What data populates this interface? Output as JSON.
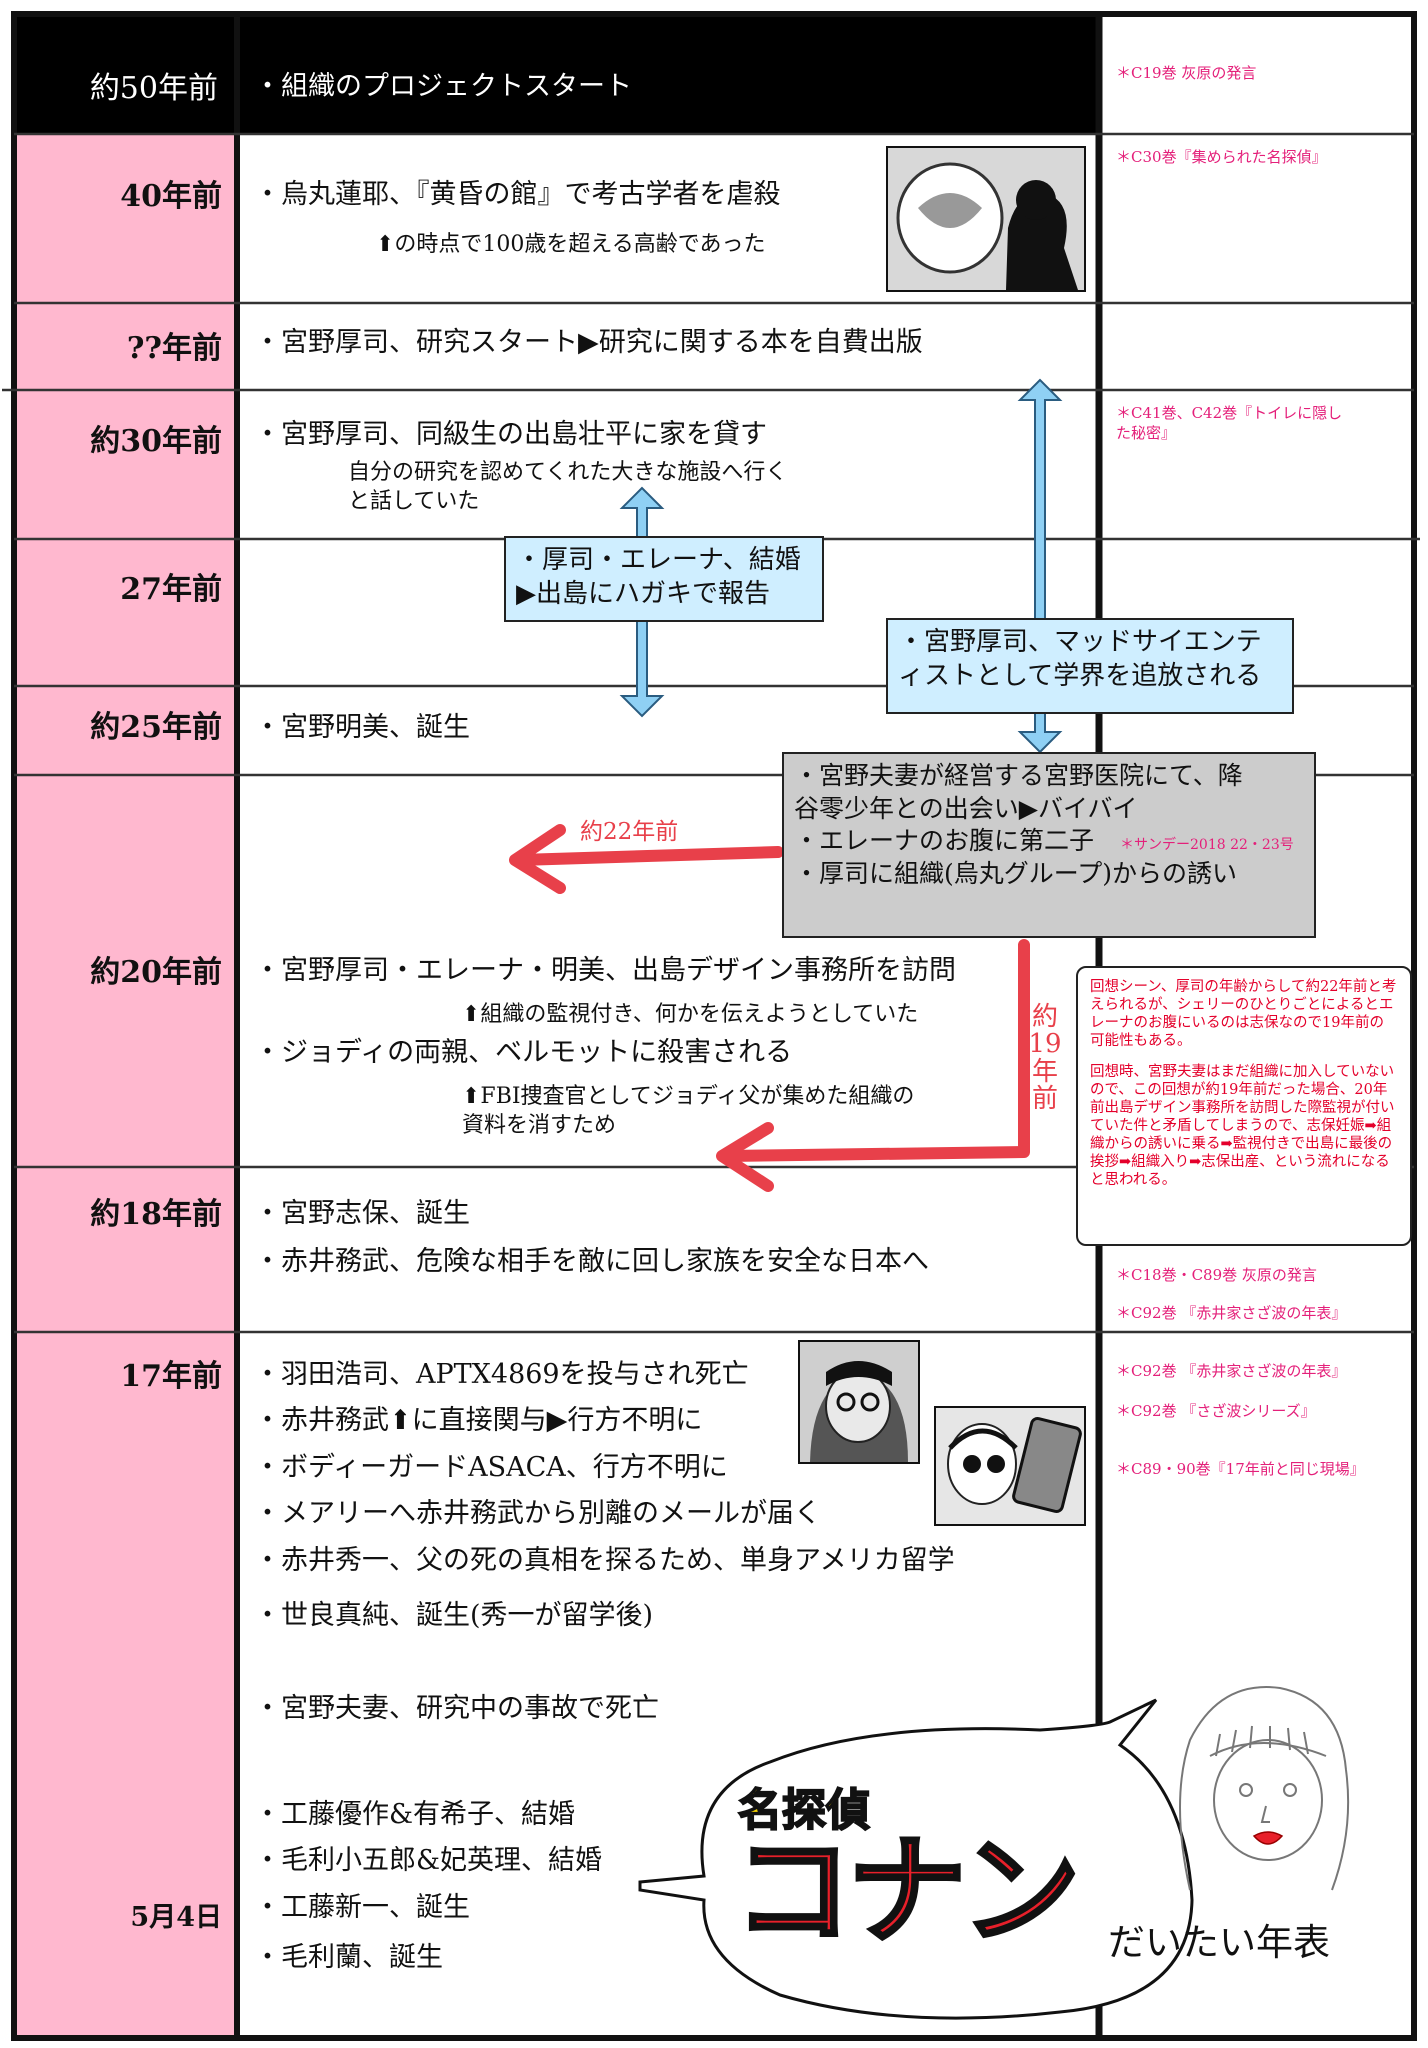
{
  "colors": {
    "pink": "#ffb8cf",
    "black": "#000000",
    "arrow_blue": "#8fd0f4",
    "box_blue": "#cfeeff",
    "box_gray": "#cccccc",
    "red": "#e8404a",
    "ref_pink": "#e4207a"
  },
  "rows": [
    {
      "era": "約50年前",
      "events": [
        "・組織のプロジェクトスタート"
      ],
      "subs": []
    },
    {
      "era": "40年前",
      "events": [
        "・烏丸蓮耶、『黄昏の館』で考古学者を虐殺"
      ],
      "subs": [
        "⬆の時点で100歳を超える高齢であった"
      ]
    },
    {
      "era": "??年前",
      "events": [
        "・宮野厚司、研究スタート▶研究に関する本を自費出版"
      ],
      "subs": []
    },
    {
      "era": "約30年前",
      "events": [
        "・宮野厚司、同級生の出島壮平に家を貸す"
      ],
      "subs": [
        "自分の研究を認めてくれた大きな施設へ行く",
        "と話していた"
      ]
    },
    {
      "era": "27年前",
      "events": [],
      "subs": []
    },
    {
      "era": "約25年前",
      "events": [
        "・宮野明美、誕生"
      ],
      "subs": []
    },
    {
      "era": "約20年前",
      "events": [
        "・宮野厚司・エレーナ・明美、出島デザイン事務所を訪問",
        "・ジョディの両親、ベルモットに殺害される"
      ],
      "subs": [
        "⬆組織の監視付き、何かを伝えようとしていた",
        "⬆FBI捜査官としてジョディ父が集めた組織の",
        "資料を消すため"
      ]
    },
    {
      "era": "約18年前",
      "events": [
        "・宮野志保、誕生",
        "・赤井務武、危険な相手を敵に回し家族を安全な日本へ"
      ],
      "subs": []
    },
    {
      "era": "17年前",
      "events": [
        "・羽田浩司、APTX4869を投与され死亡",
        "・赤井務武⬆に直接関与▶行方不明に",
        "・ボディーガードASACA、行方不明に",
        "・メアリーへ赤井務武から別離のメールが届く",
        "・赤井秀一、父の死の真相を探るため、単身アメリカ留学",
        "・世良真純、誕生(秀一が留学後)",
        "・宮野夫妻、研究中の事故で死亡",
        "・工藤優作&有希子、結婚",
        "・毛利小五郎&妃英理、結婚",
        "・工藤新一、誕生",
        "・毛利蘭、誕生"
      ],
      "subs": []
    },
    {
      "era": "5月4日",
      "events": [],
      "subs": []
    }
  ],
  "refs": [
    "＊C19巻 灰原の発言",
    "＊C30巻『集められた名探偵』",
    "＊C41巻、C42巻『トイレに隠し",
    "た秘密』",
    "＊C18巻・C89巻 灰原の発言",
    "＊C92巻 『赤井家さざ波の年表』",
    "＊C92巻 『赤井家さざ波の年表』",
    "＊C92巻 『さざ波シリーズ』",
    "＊C89・90巻『17年前と同じ現場』"
  ],
  "boxes": {
    "marriage": [
      "・厚司・エレーナ、結婚",
      "▶出島にハガキで報告"
    ],
    "expelled": [
      "・宮野厚司、マッドサイエンテ",
      "ィストとして学界を追放される"
    ],
    "gray": [
      "・宮野夫妻が経営する宮野医院にて、降",
      "谷零少年との出会い▶バイバイ",
      "・エレーナのお腹に第二子",
      "・厚司に組織(烏丸グループ)からの誘い"
    ],
    "gray_ref": "＊サンデー2018 22・23号"
  },
  "arrows": {
    "red_label_22": "約22年前",
    "red_label_19": [
      "約",
      "19",
      "年",
      "前"
    ]
  },
  "note": {
    "para1": "回想シーン、厚司の年齢からして約22年前と考えられるが、シェリーのひとりごとによるとエレーナのお腹にいるのは志保なので19年前の可能性もある。",
    "para2": "回想時、宮野夫妻はまだ組織に加入していないので、この回想が約19年前だった場合、20年前出島デザイン事務所を訪問した際監視が付いていた件と矛盾してしまうので、志保妊娠➡組織からの誘いに乗る➡監視付きで出島に最後の挨拶➡組織入り➡志保出産、という流れになると思われる。"
  },
  "title": {
    "top": "名探偵",
    "logo": "コナン",
    "sub": "だいたい年表"
  }
}
